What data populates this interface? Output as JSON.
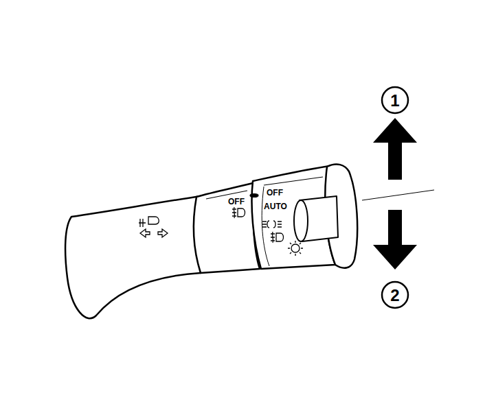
{
  "diagram": {
    "labels": [
      "OFF",
      "OFF",
      "AUTO",
      "1",
      "2"
    ]
  }
}
